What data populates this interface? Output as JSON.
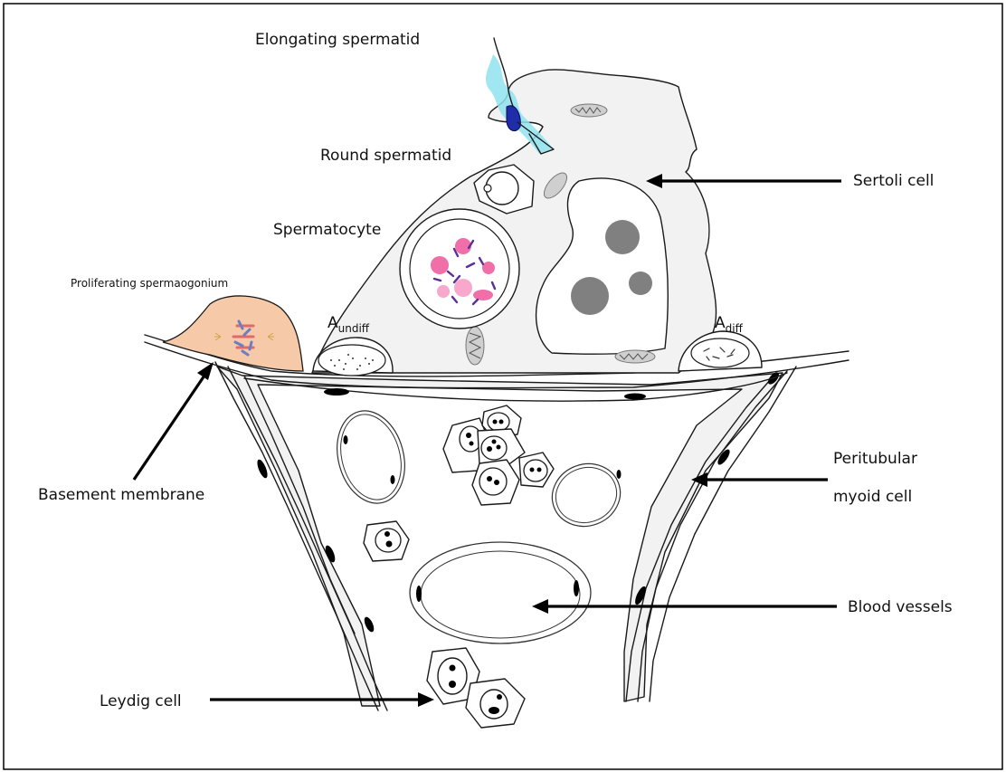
{
  "labels": {
    "elongating_spermatid": "Elongating spermatid",
    "round_spermatid": "Round spermatid",
    "spermatocyte": "Spermatocyte",
    "proliferating_spermatogonium": "Proliferating spermaogonium",
    "a_undiff_base": "A",
    "a_undiff_sub": "undiff",
    "a_diff_base": "A",
    "a_diff_sub": "diff",
    "sertoli_cell": "Sertoli cell",
    "basement_membrane": "Basement membrane",
    "peritubular_line1": "Peritubular",
    "peritubular_line2": "myoid cell",
    "blood_vessels": "Blood vessels",
    "leydig_cell": "Leydig cell"
  },
  "colors": {
    "cytoplasm": "#f2f2f2",
    "outline": "#1a1a1a",
    "sertoli_nucleolus": "#808080",
    "spermatocyte_chromatin": "#f06fa8",
    "spermatocyte_chromosome": "#5a2f9a",
    "spermatogonium_cytoplasm": "#f6c9a8",
    "spermatogonium_chromosome_red": "#e06a6a",
    "spermatogonium_chromosome_blue": "#6a7ec8",
    "spermatid_tail": "#8fe3ee",
    "spermatid_head": "#1f2ea8"
  }
}
